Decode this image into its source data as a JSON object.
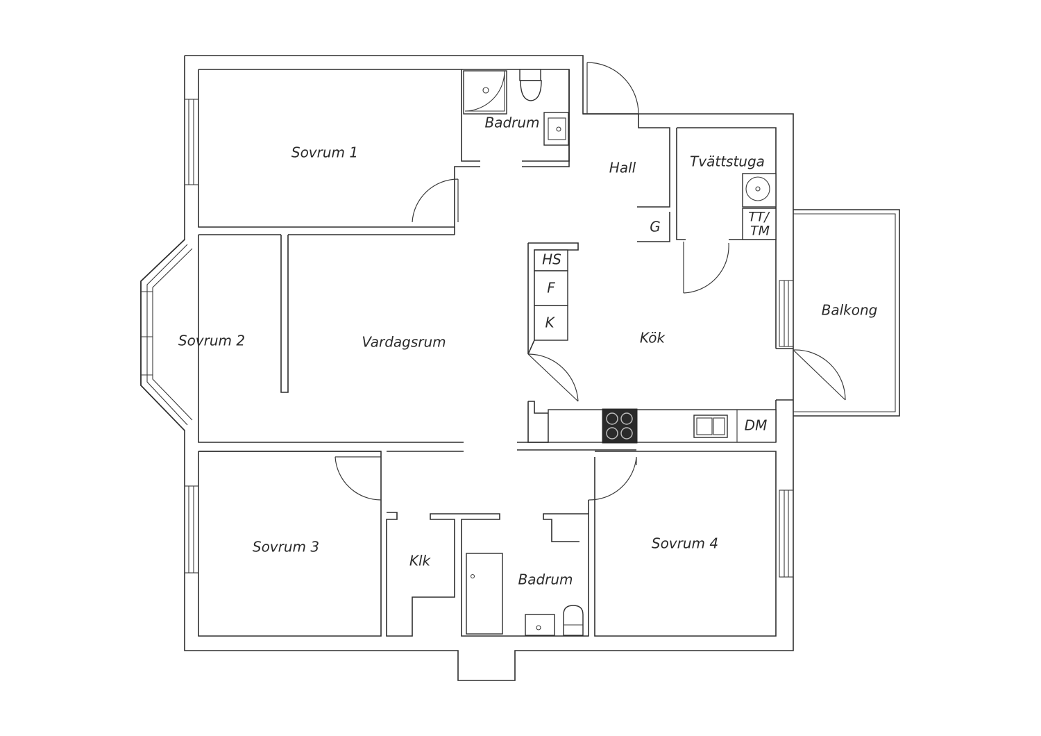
{
  "rooms": {
    "sovrum_1": "Sovrum 1",
    "badrum_top": "Badrum",
    "hall": "Hall",
    "tvattstuga": "Tvättstuga",
    "g": "G",
    "tt": "TT/",
    "tm": "TM",
    "sovrum_2": "Sovrum 2",
    "vardagsrum": "Vardagsrum",
    "hs": "HS",
    "f": "F",
    "k": "K",
    "kok": "Kök",
    "balkong": "Balkong",
    "dm": "DM",
    "sovrum_3": "Sovrum 3",
    "klk": "Klk",
    "badrum_bottom": "Badrum",
    "sovrum_4": "Sovrum 4"
  }
}
